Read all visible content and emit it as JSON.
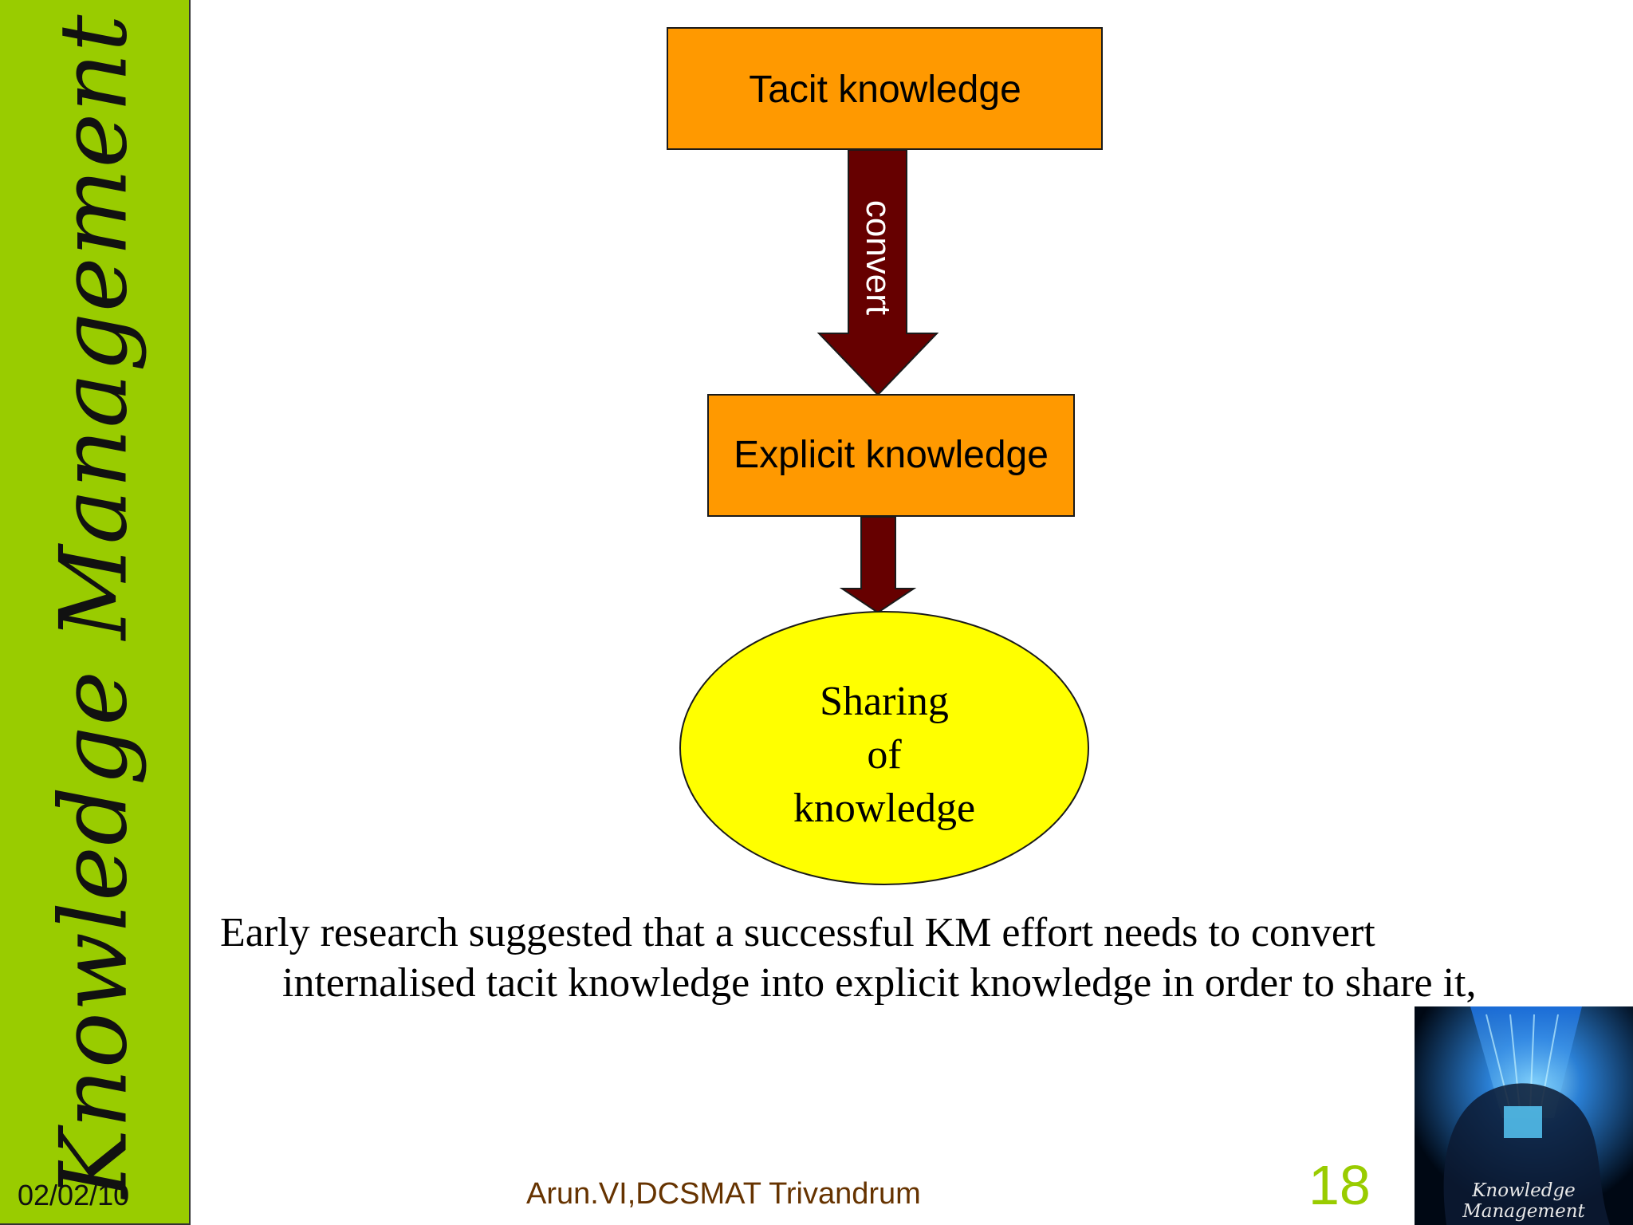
{
  "sidebar": {
    "title": "Knowledge Management",
    "date": "02/02/10"
  },
  "diagram": {
    "tacit_label": "Tacit knowledge",
    "convert_label": "convert",
    "explicit_label": "Explicit knowledge",
    "sharing_lines": [
      "Sharing",
      "of",
      "knowledge"
    ]
  },
  "body": {
    "text": "Early research suggested that a successful KM effort needs to convert internalised tacit knowledge into explicit knowledge in order to share it,"
  },
  "footer": {
    "author": "Arun.VI,DCSMAT Trivandrum",
    "slide_number": "18"
  },
  "logo": {
    "caption": "Knowledge Management"
  },
  "colors": {
    "sidebar": "#99cc00",
    "box_fill": "#ff9900",
    "arrow_fill": "#660000",
    "ellipse_fill": "#ffff00",
    "author_text": "#663300",
    "slide_number": "#99cc00"
  }
}
